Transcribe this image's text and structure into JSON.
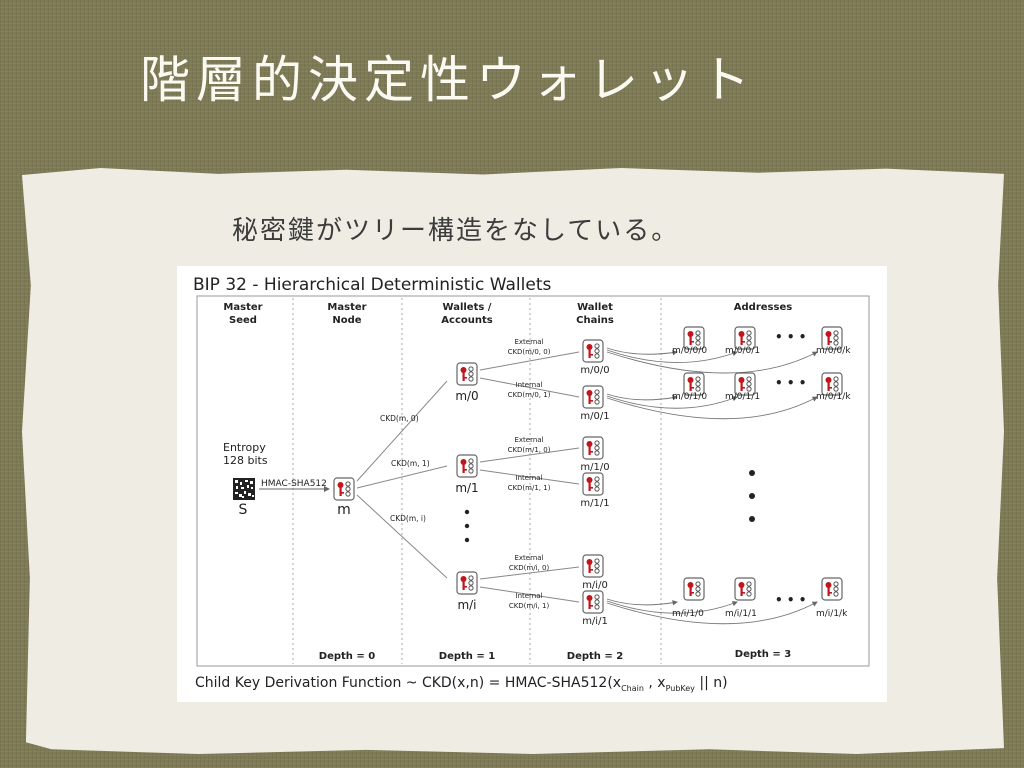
{
  "slide": {
    "title": "階層的決定性ウォレット",
    "subtitle": "秘密鍵がツリー構造をなしている。"
  },
  "figure": {
    "title": "BIP 32 - Hierarchical Deterministic Wallets",
    "columns": [
      {
        "line1": "Master",
        "line2": "Seed"
      },
      {
        "line1": "Master",
        "line2": "Node"
      },
      {
        "line1": "Wallets /",
        "line2": "Accounts"
      },
      {
        "line1": "Wallet",
        "line2": "Chains"
      },
      {
        "line1": "Addresses",
        "line2": ""
      }
    ],
    "entropy_line1": "Entropy",
    "entropy_line2": "128 bits",
    "hmac_label": "HMAC-SHA512",
    "seed_label": "S",
    "master_label": "m",
    "ckd_labels": [
      "CKD(m, 0)",
      "CKD(m, 1)",
      "CKD(m, i)"
    ],
    "accounts": [
      "m/0",
      "m/1",
      "m/i"
    ],
    "external_word": "External",
    "internal_word": "Internal",
    "chain_ckd": [
      "CKD(m/0, 0)",
      "CKD(m/0, 1)",
      "CKD(m/1, 0)",
      "CKD(m/1, 1)",
      "CKD(m/i, 0)",
      "CKD(m/i, 1)"
    ],
    "chains": [
      "m/0/0",
      "m/0/1",
      "m/1/0",
      "m/1/1",
      "m/i/0",
      "m/i/1"
    ],
    "addresses": [
      [
        "m/0/0/0",
        "m/0/0/1",
        "m/0/0/k"
      ],
      [
        "m/0/1/0",
        "m/0/1/1",
        "m/0/1/k"
      ],
      [
        "m/i/1/0",
        "m/i/1/1",
        "m/i/1/k"
      ]
    ],
    "ellipsis": "• • •",
    "depths": [
      "Depth = 0",
      "Depth = 1",
      "Depth = 2",
      "Depth = 3"
    ],
    "formula": {
      "prefix": "Child Key Derivation Function ~  CKD(x,n) = HMAC-SHA512(x",
      "sub1": "Chain",
      "mid": " , x",
      "sub2": "PubKey",
      "suffix": " || n)"
    }
  }
}
